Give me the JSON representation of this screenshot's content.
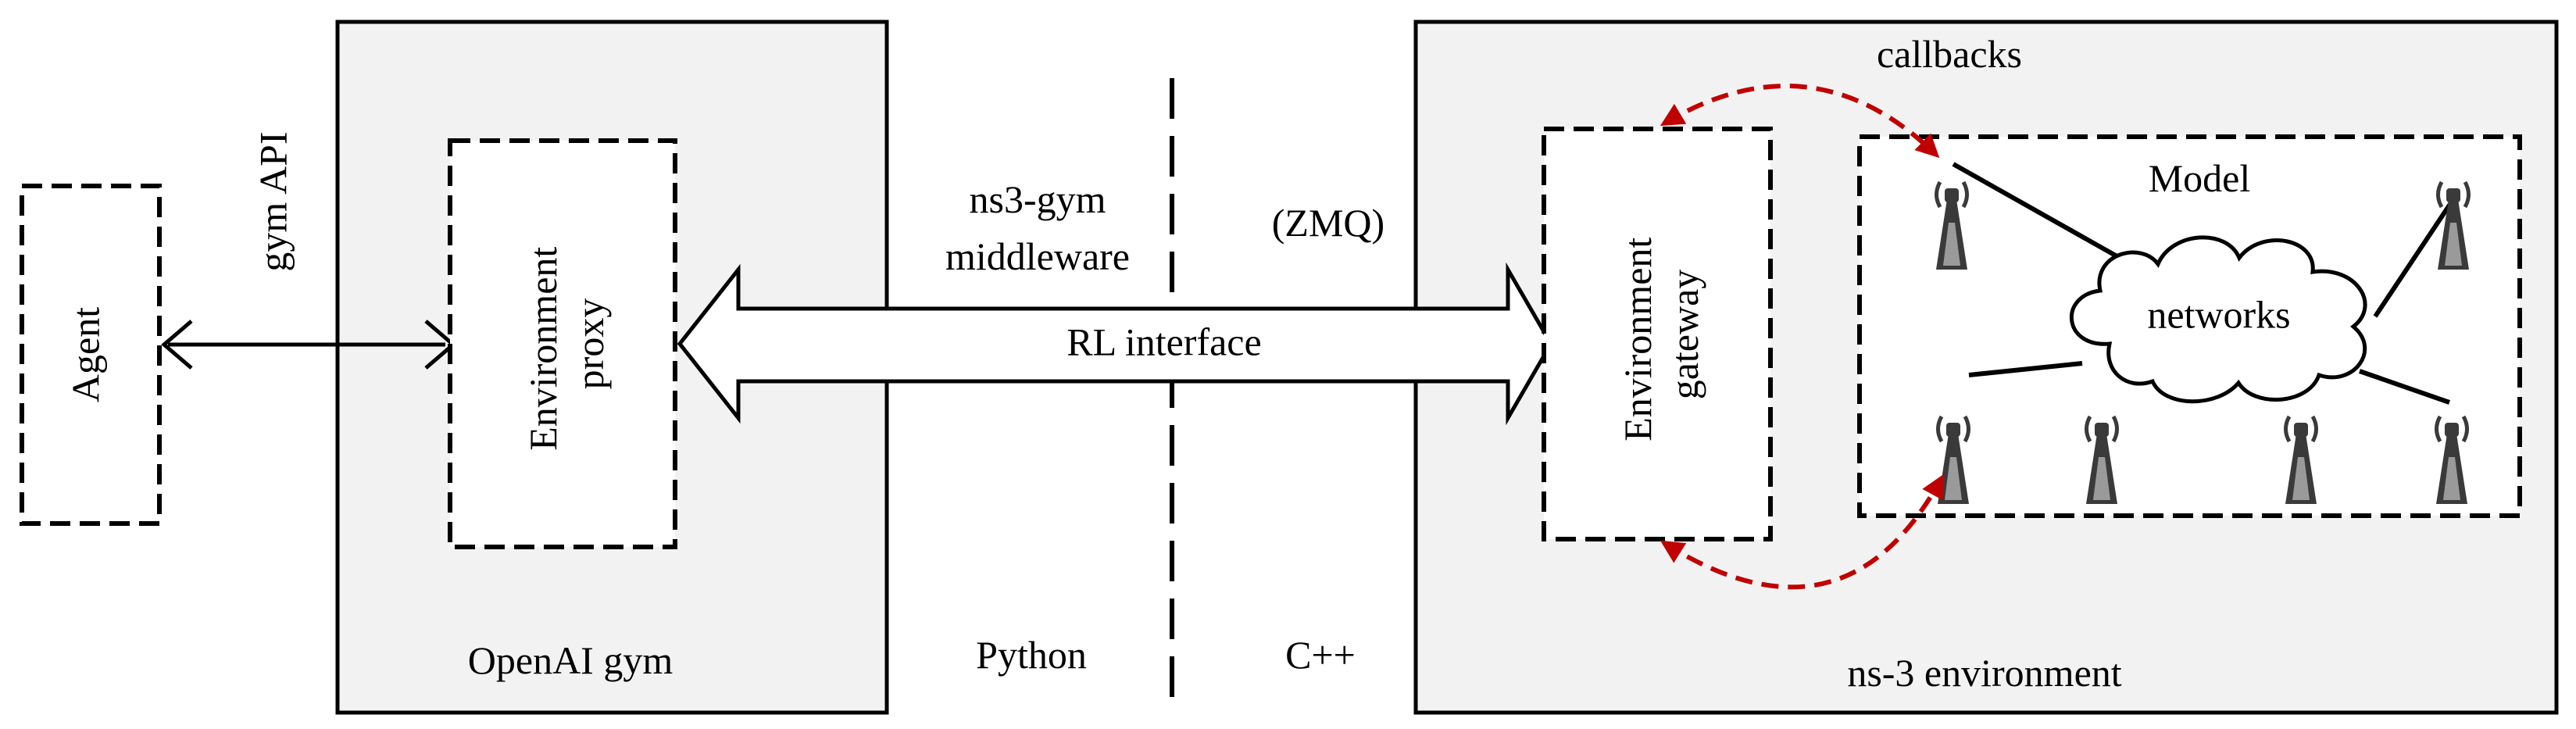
{
  "labels": {
    "agent": "Agent",
    "gym_api": "gym API",
    "environment_proxy_line1": "Environment",
    "environment_proxy_line2": "proxy",
    "openai_gym": "OpenAI gym",
    "ns3_gym_line1": "ns3-gym",
    "ns3_gym_line2": "middleware",
    "zmq": "(ZMQ)",
    "rl_interface": "RL interface",
    "python": "Python",
    "cpp": "C++",
    "callbacks": "callbacks",
    "environment_gateway_line1": "Environment",
    "environment_gateway_line2": "gateway",
    "model": "Model",
    "networks": "networks",
    "ns3_environment": "ns-3 environment"
  },
  "colors": {
    "panel_fill": "#f2f2f2",
    "stroke": "#000000",
    "callback_arrow": "#c00000",
    "antenna_dark": "#3a3a3a",
    "antenna_light": "#9a9a9a"
  },
  "icons": {
    "antenna": "cell-tower-icon",
    "cloud": "cloud-icon"
  }
}
